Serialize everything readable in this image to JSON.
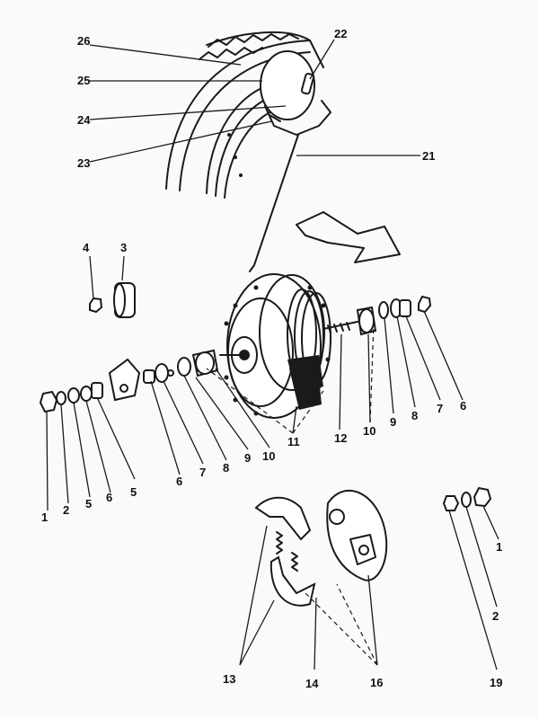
{
  "diagram": {
    "labels": {
      "p1a": "1",
      "p2a": "2",
      "p5a": "5",
      "p6a": "6",
      "p5b": "5",
      "p6b": "6",
      "p7a": "7",
      "p8a": "8",
      "p9a": "9",
      "p10a": "10",
      "p11": "11",
      "p12": "12",
      "p10b": "10",
      "p9b": "9",
      "p8b": "8",
      "p7b": "7",
      "p6c": "6",
      "p3": "3",
      "p4": "4",
      "p21": "21",
      "p22": "22",
      "p23": "23",
      "p24": "24",
      "p25": "25",
      "p26": "26",
      "p13": "13",
      "p14": "14",
      "p16": "16",
      "p19": "19",
      "p2b": "2",
      "p1b": "1"
    }
  }
}
